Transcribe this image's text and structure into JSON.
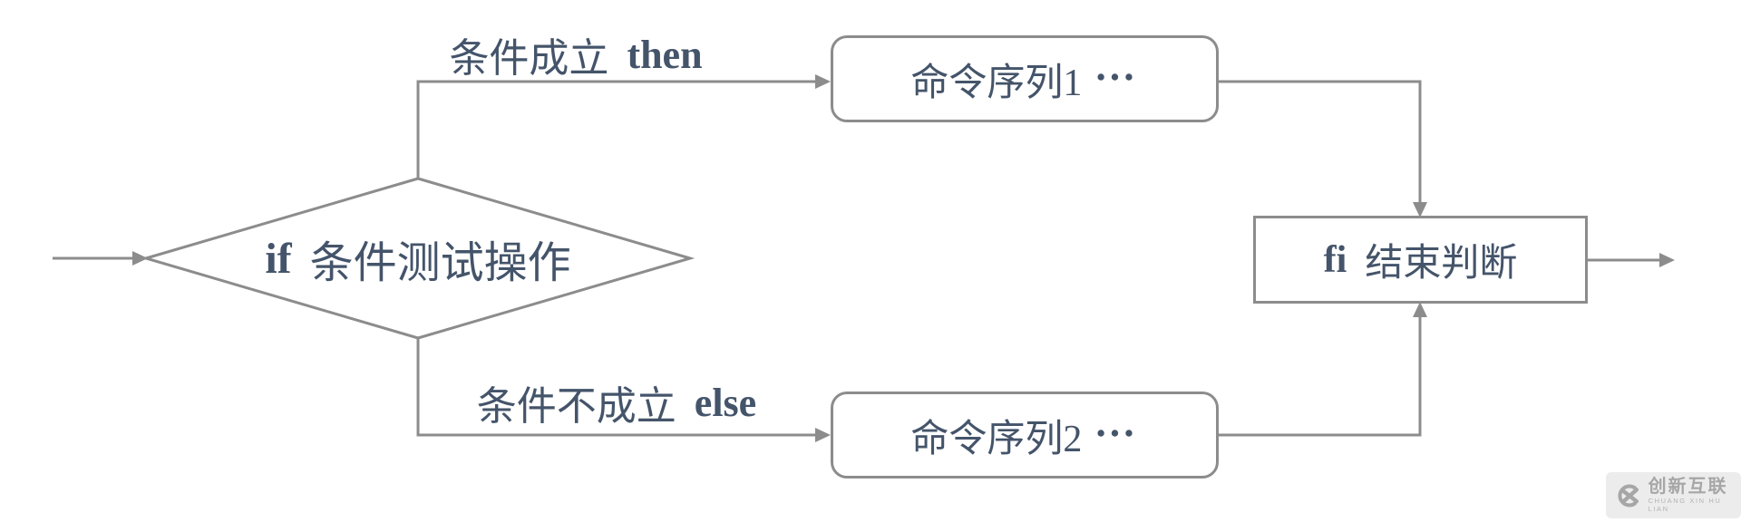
{
  "page": {
    "background": "#ffffff"
  },
  "palette": {
    "line_gray": "#8c8c8c",
    "text_navy": "#44546a",
    "logo_gray": "#a6a6a6",
    "logo_card_bg": "#ececec"
  },
  "diagram": {
    "decision": {
      "keyword": "if",
      "cjk": "条件测试操作"
    },
    "branch_true": {
      "cjk": "条件成立",
      "keyword": "then"
    },
    "branch_false": {
      "cjk": "条件不成立",
      "keyword": "else"
    },
    "seq1": {
      "label": "命令序列1",
      "dots": "•••"
    },
    "seq2": {
      "label": "命令序列2",
      "dots": "•••"
    },
    "fi": {
      "keyword": "fi",
      "cjk": "结束判断"
    }
  },
  "watermark": {
    "name": "创新互联",
    "subtitle": "CHUANG XIN HU LIAN",
    "icon": "circle-x-logo"
  }
}
